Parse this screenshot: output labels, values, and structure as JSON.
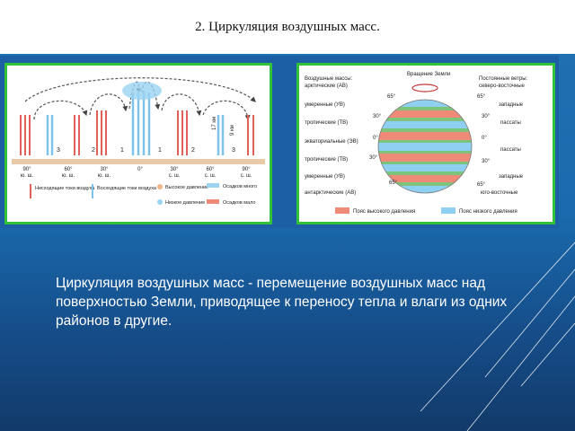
{
  "slide": {
    "title": "2. Циркуляция воздушных масс.",
    "definition": "Циркуляция воздушных масс - перемещение воздушных масс над поверхностью Земли, приводящее к переносу тепла и влаги из одних районов в другие."
  },
  "left_diagram": {
    "latitudes": [
      {
        "deg": "90°",
        "hem": "ю. ш."
      },
      {
        "deg": "60°",
        "hem": "ю. ш."
      },
      {
        "deg": "30°",
        "hem": "ю. ш."
      },
      {
        "deg": "0°",
        "hem": ""
      },
      {
        "deg": "30°",
        "hem": "с. ш."
      },
      {
        "deg": "60°",
        "hem": "с. ш."
      },
      {
        "deg": "90°",
        "hem": "с. ш."
      }
    ],
    "cell_numbers": [
      "3",
      "2",
      "1",
      "1",
      "2",
      "3"
    ],
    "heights": [
      "17 км",
      "9 км"
    ],
    "legend": {
      "descending": "Нисходящие токи воздуха",
      "ascending": "Восходящие токи воздуха",
      "high_pressure": "Высокое давление",
      "low_pressure": "Низкое давление",
      "precip_many": "Осадков много",
      "precip_few": "Осадков мало"
    }
  },
  "right_diagram": {
    "rotation": "Вращение Земли",
    "masses_header": "Воздушные массы:",
    "arctic": "арктические (АВ)",
    "temperate_n": "умеренные (УВ)",
    "tropical_n": "тропические (ТВ)",
    "equatorial": "экваториальные (ЭВ)",
    "tropical_s": "тропические (ТВ)",
    "temperate_s": "умеренные (УВ)",
    "antarctic": "антарктические (АВ)",
    "winds_header": "Постоянные ветры:",
    "winds_ne": "северо-восточные",
    "westerly_n": "западные",
    "trades_n": "пассаты",
    "trades_s": "пассаты",
    "westerly_s": "западные",
    "winds_se": "юго-восточные",
    "lat_65n": "65°",
    "lat_30n": "30°",
    "lat_0": "0°",
    "lat_30s": "30°",
    "lat_65s": "65°",
    "legend_high": "Пояс высокого давления",
    "legend_low": "Пояс низкого давления"
  },
  "colors": {
    "frame_green": "#32c23a",
    "high_pressure": "#f08a78",
    "low_pressure": "#8fd0f2",
    "ascending": "#7ec3ea",
    "descending": "#e2605a"
  }
}
